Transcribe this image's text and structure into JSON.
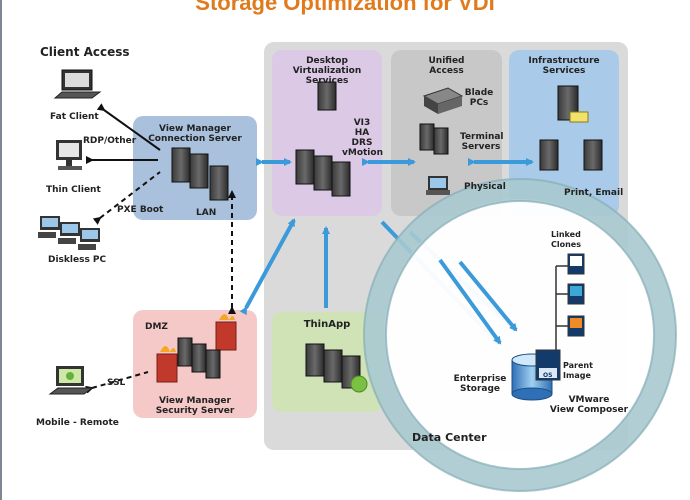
{
  "title": "Storage Optimization for VDI",
  "client_access": {
    "heading": "Client Access",
    "fat_client": "Fat Client",
    "thin_client": "Thin Client",
    "diskless_pc": "Diskless PC",
    "mobile_remote": "Mobile - Remote",
    "rdp_other": "RDP/Other",
    "pxe_boot": "PXE Boot",
    "ssl": "SSL"
  },
  "view_manager": {
    "title_line1": "View Manager",
    "title_line2": "Connection Server",
    "lan": "LAN"
  },
  "dmz": {
    "label": "DMZ",
    "server_line1": "View Manager",
    "server_line2": "Security Server"
  },
  "desktop_virtualization": {
    "title_line1": "Desktop",
    "title_line2": "Virtualization Services",
    "features": [
      "VI3",
      "HA",
      "DRS",
      "vMotion"
    ]
  },
  "unified_access": {
    "title_line1": "Unified",
    "title_line2": "Access",
    "blade_line1": "Blade",
    "blade_line2": "PCs",
    "terminal_line1": "Terminal",
    "terminal_line2": "Servers",
    "physical": "Physical"
  },
  "infrastructure": {
    "title_line1": "Infrastructure",
    "title_line2": "Services",
    "print_email": "Print, Email"
  },
  "thinapp": {
    "label": "ThinApp"
  },
  "data_center": {
    "label": "Data Center"
  },
  "composer": {
    "linked_line1": "Linked",
    "linked_line2": "Clones",
    "parent_line1": "Parent",
    "parent_line2": "Image",
    "storage_line1": "Enterprise",
    "storage_line2": "Storage",
    "vmware_line1": "VMware",
    "vmware_line2": "View Composer",
    "os": "OS"
  },
  "colors": {
    "title": "#e07a1c",
    "arrow": "#3b9ad9",
    "client_box": "#aac1de",
    "dmz_box": "#f6c9c9",
    "desktop_box": "#dcc9e6",
    "unified_box": "#c8c8c8",
    "infra_box": "#a9cbe9",
    "thinapp_box": "#cfe3b6",
    "datacenter_box": "#dadada",
    "lens_ring": "#a8c9cf"
  }
}
